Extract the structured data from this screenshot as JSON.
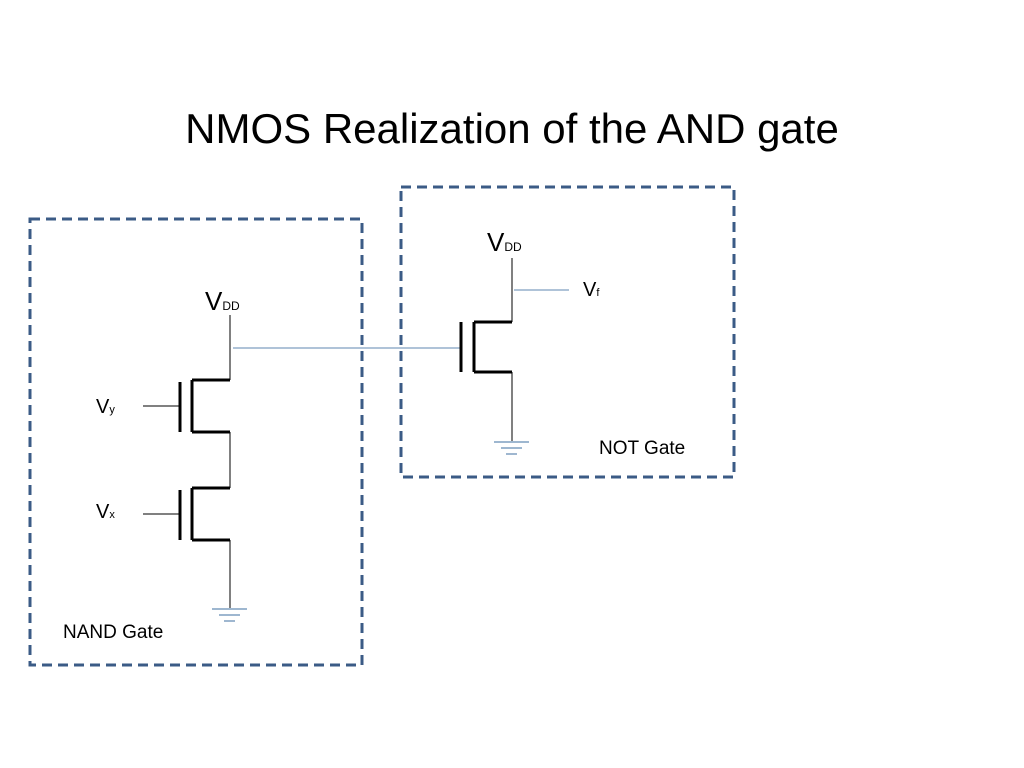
{
  "title": "NMOS Realization of the AND gate",
  "nand": {
    "label": "NAND Gate",
    "vdd": {
      "main": "V",
      "sub": "DD"
    },
    "vy": {
      "main": "V",
      "sub": "y"
    },
    "vx": {
      "main": "V",
      "sub": "x"
    }
  },
  "not": {
    "label": "NOT Gate",
    "vdd": {
      "main": "V",
      "sub": "DD"
    },
    "vf": {
      "main": "V",
      "sub": "f"
    }
  },
  "colors": {
    "box_border": "#3b5b86",
    "wire_blue": "#7f9fc0",
    "wire_black": "#000000"
  }
}
